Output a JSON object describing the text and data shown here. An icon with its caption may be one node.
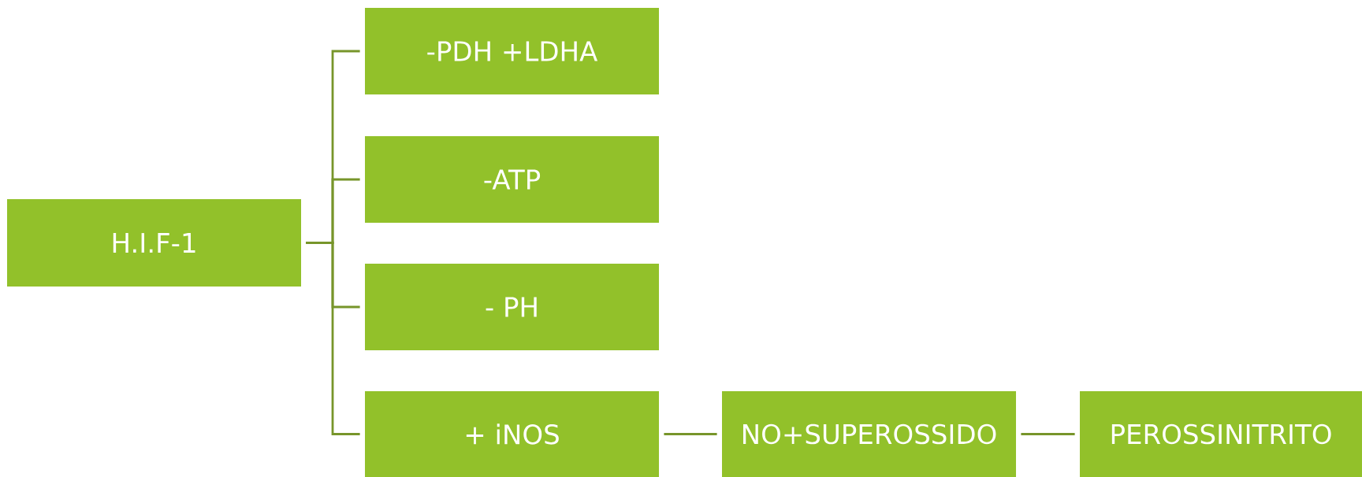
{
  "diagram": {
    "nodes": [
      {
        "text": [
          "H.I.F-1"
        ]
      },
      {
        "text": [
          "-PDH +LDHA"
        ]
      },
      {
        "text": [
          "-ATP"
        ]
      },
      {
        "text": [
          "- PH"
        ]
      },
      {
        "text": [
          "+ iNOS"
        ]
      },
      {
        "text": [
          "NO+SUPEROSSIDO"
        ]
      },
      {
        "text": [
          "PEROSSINITRITO"
        ]
      }
    ],
    "edges": [
      {
        "from": 0,
        "to": 1,
        "arrow": "none"
      },
      {
        "from": 0,
        "to": 2,
        "arrow": "none"
      },
      {
        "from": 0,
        "to": 3,
        "arrow": "none"
      },
      {
        "from": 0,
        "to": 4,
        "arrow": "none"
      },
      {
        "from": 4,
        "to": 5,
        "arrow": "none"
      },
      {
        "from": 5,
        "to": 6,
        "arrow": "none"
      }
    ]
  }
}
